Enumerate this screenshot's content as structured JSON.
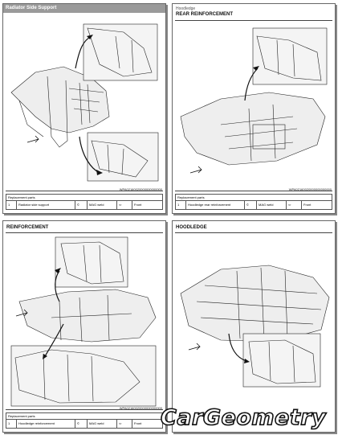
{
  "panels": [
    {
      "category": "",
      "header_title": "Radiator Side Support",
      "title": "",
      "figure_code": "WPA02160020000000000000",
      "parts_caption": "Replacement parts",
      "parts_row": [
        "1",
        "Radiator side support",
        "©",
        "MAG weld",
        "⇦",
        "Front"
      ]
    },
    {
      "category": "Hoodledge",
      "header_title": "",
      "title": "REAR REINFORCEMENT",
      "figure_code": "WPA02160020000000000000",
      "parts_caption": "Replacement parts",
      "parts_row": [
        "1",
        "Hoodledge rear reinforcement",
        "©",
        "MAG weld",
        "⇦",
        "Front"
      ]
    },
    {
      "category": "",
      "header_title": "",
      "title": "REINFORCEMENT",
      "figure_code": "WPA02160020000000000000",
      "parts_caption": "Replacement parts",
      "parts_row": [
        "1",
        "Hoodledge reinforcement",
        "©",
        "MAG weld",
        "⇦",
        "Front"
      ]
    },
    {
      "category": "",
      "header_title": "",
      "title": "HOODLEDGE",
      "figure_code": "",
      "parts_caption": "",
      "parts_row": []
    }
  ],
  "watermark": "CarGeometry"
}
